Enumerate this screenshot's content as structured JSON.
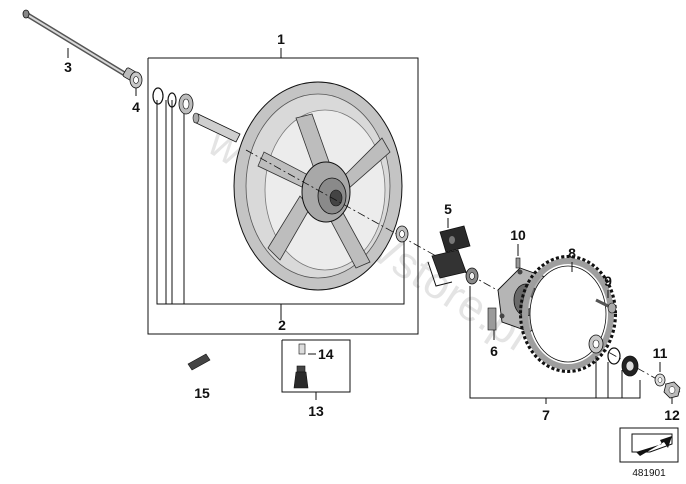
{
  "callouts": {
    "c1": "1",
    "c2": "2",
    "c3": "3",
    "c4": "4",
    "c5": "5",
    "c6": "6",
    "c7": "7",
    "c8": "8",
    "c9": "9",
    "c10": "10",
    "c11": "11",
    "c12": "12",
    "c13": "13",
    "c14": "14",
    "c15": "15"
  },
  "watermark": "www.BMWstore.pl",
  "reference_number": "481901",
  "colors": {
    "line": "#111111",
    "metal": "#c8c8c8",
    "dark_metal": "#555555",
    "rubber": "#2a2a2a"
  }
}
